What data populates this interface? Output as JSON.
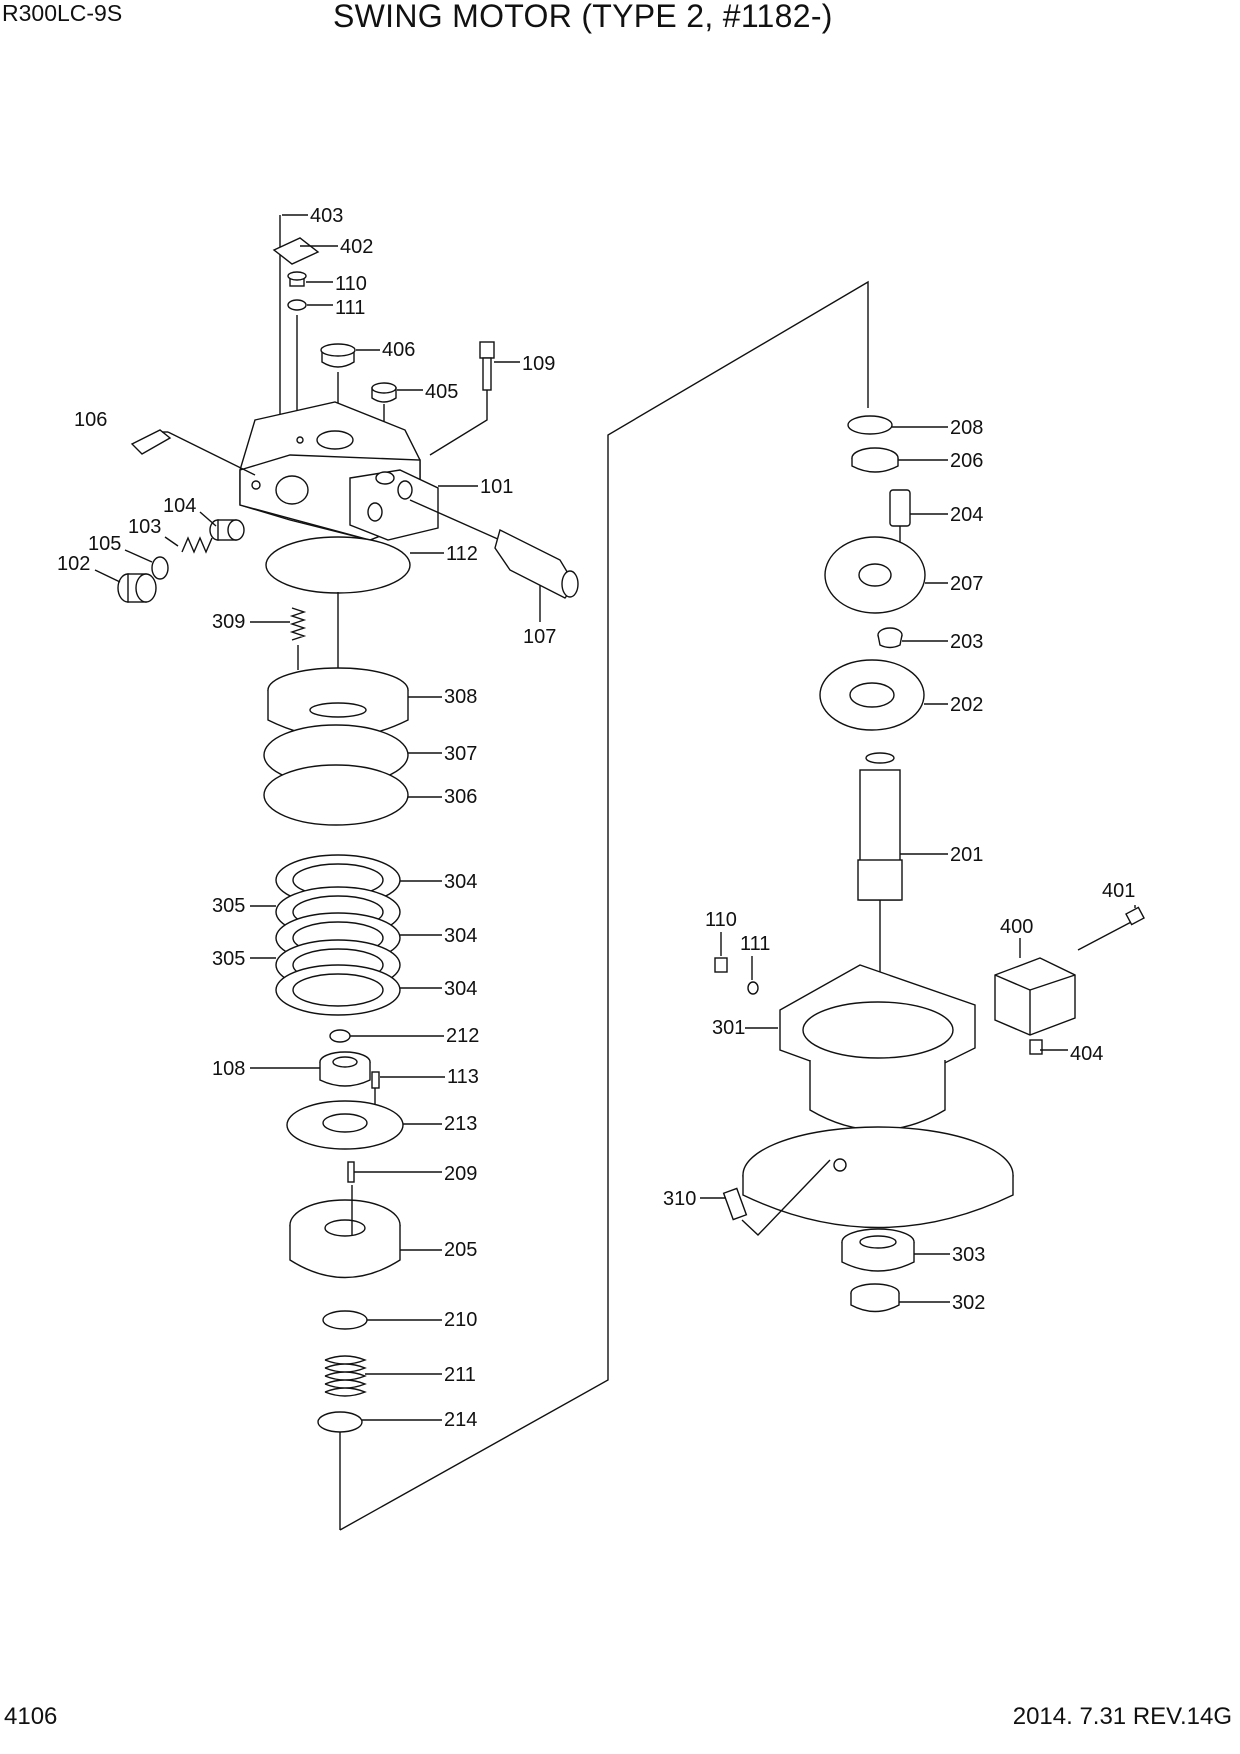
{
  "header": {
    "model": "R300LC-9S",
    "title": "SWING MOTOR (TYPE 2, #1182-)"
  },
  "footer": {
    "page_number": "4106",
    "revision": "2014. 7.31  REV.14G"
  },
  "callouts": [
    "403",
    "402",
    "110",
    "111",
    "406",
    "109",
    "405",
    "106",
    "101",
    "104",
    "103",
    "105",
    "102",
    "112",
    "107",
    "309",
    "308",
    "307",
    "306",
    "304",
    "305",
    "304",
    "305",
    "304",
    "212",
    "108",
    "113",
    "213",
    "209",
    "205",
    "210",
    "211",
    "214",
    "208",
    "206",
    "204",
    "207",
    "203",
    "202",
    "201",
    "401",
    "110",
    "400",
    "111",
    "301",
    "404",
    "310",
    "303",
    "302"
  ]
}
